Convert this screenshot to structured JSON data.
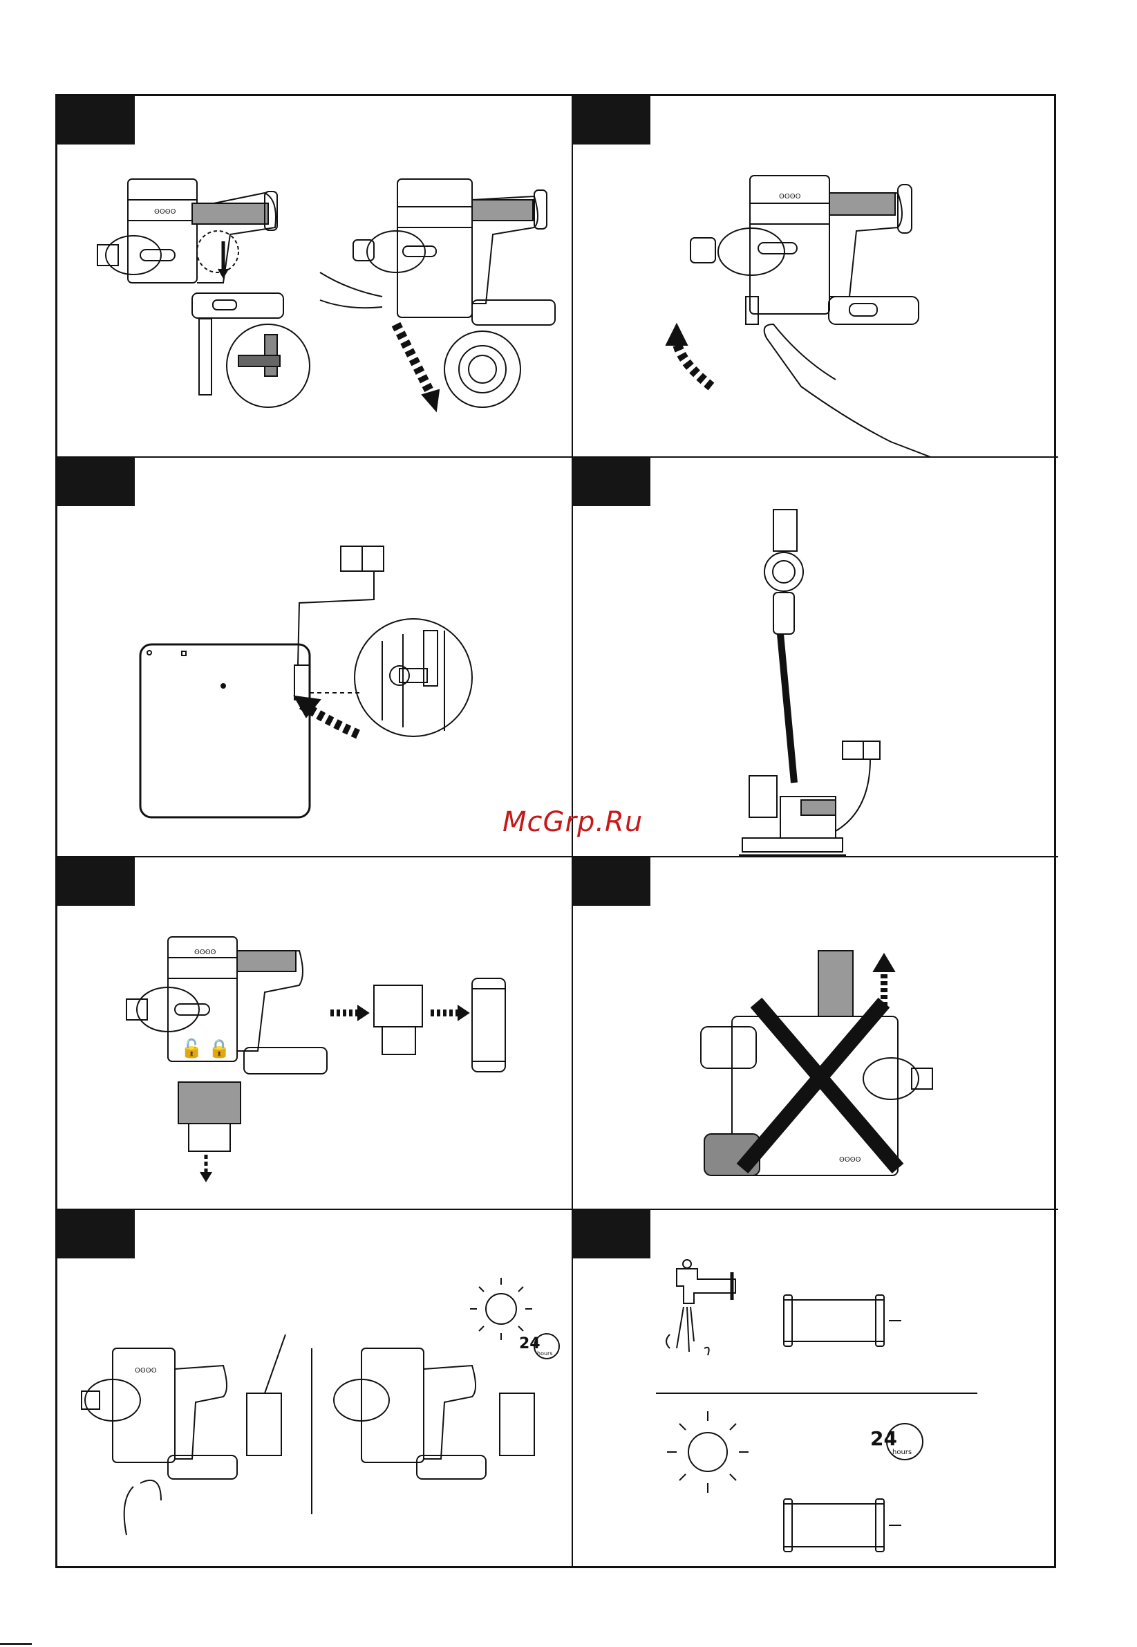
{
  "page": {
    "watermark": "McGrp.Ru",
    "footer_text": ""
  },
  "panels": [
    {
      "id": "p1",
      "badge_icon": "step-badge",
      "illustration": "remove-dust-bin-release-latch-icon",
      "device_label": "ʘʘʘʘ"
    },
    {
      "id": "p2",
      "badge_icon": "step-badge",
      "illustration": "lift-dust-bin-by-hand-icon",
      "device_label": "ʘʘʘʘ"
    },
    {
      "id": "p3",
      "badge_icon": "step-badge",
      "illustration": "wall-mount-charging-cable-icon"
    },
    {
      "id": "p4",
      "badge_icon": "step-badge",
      "illustration": "vacuum-on-charging-stand-icon"
    },
    {
      "id": "p5",
      "badge_icon": "step-badge",
      "illustration": "unlock-filter-remove-icon",
      "device_label": "ʘʘʘʘ"
    },
    {
      "id": "p6",
      "badge_icon": "step-badge",
      "illustration": "do-not-store-upside-down-icon",
      "device_label": "ʘʘʘʘ"
    },
    {
      "id": "p7",
      "badge_icon": "step-badge",
      "illustration": "brush-filter-and-dry-icon",
      "device_label": "ʘʘʘʘ",
      "dry_time": "24",
      "dry_unit": "hours"
    },
    {
      "id": "p8",
      "badge_icon": "step-badge",
      "illustration": "wash-filter-dry-24h-icon",
      "dry_time": "24",
      "dry_unit": "hours"
    }
  ]
}
